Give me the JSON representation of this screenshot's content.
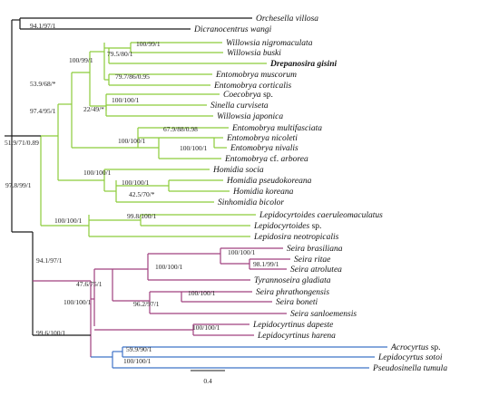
{
  "colors": {
    "black": "#1a1a1a",
    "green": "#8ccc3a",
    "pink": "#a0407f",
    "blue": "#3f73c8"
  },
  "taxa": [
    {
      "name": "Orchesella villosa",
      "color": "black"
    },
    {
      "name": "Dicranocentrus wangi",
      "color": "black"
    },
    {
      "name": "Willowsia nigromaculata",
      "color": "green"
    },
    {
      "name": "Willowsia buski",
      "color": "green"
    },
    {
      "name": "Drepanosira gisini",
      "color": "green",
      "bold": true
    },
    {
      "name": "Entomobrya muscorum",
      "color": "green"
    },
    {
      "name": "Entomobrya corticalis",
      "color": "green"
    },
    {
      "name": "Coecobrya",
      "suffix": "sp.",
      "color": "green"
    },
    {
      "name": "Sinella curviseta",
      "color": "green"
    },
    {
      "name": "Willowsia japonica",
      "color": "green"
    },
    {
      "name": "Entomobrya multifasciata",
      "color": "green"
    },
    {
      "name": "Entomobrya nicoleti",
      "color": "green"
    },
    {
      "name": "Entomobrya nivalis",
      "color": "green"
    },
    {
      "name": "Entomobrya",
      "suffix": "cf.",
      "name2": "arborea",
      "color": "green"
    },
    {
      "name": "Homidia socia",
      "color": "green"
    },
    {
      "name": "Homidia pseudokoreana",
      "color": "green"
    },
    {
      "name": "Homidia koreana",
      "color": "green"
    },
    {
      "name": "Sinhomidia bicolor",
      "color": "green"
    },
    {
      "name": "Lepidocyrtoides caeruleomaculatus",
      "color": "green"
    },
    {
      "name": "Lepidocyrtoides",
      "suffix": "sp.",
      "color": "green"
    },
    {
      "name": "Lepidosira neotropicalis",
      "color": "green"
    },
    {
      "name": "Seira brasiliana",
      "color": "pink"
    },
    {
      "name": "Seira ritae",
      "color": "pink"
    },
    {
      "name": "Seira atrolutea",
      "color": "pink"
    },
    {
      "name": "Tyrannoseira gladiata",
      "color": "pink"
    },
    {
      "name": "Seira phrathongensis",
      "color": "pink"
    },
    {
      "name": "Seira boneti",
      "color": "pink"
    },
    {
      "name": "Seira sanloemensis",
      "color": "pink"
    },
    {
      "name": "Lepidocyrtinus dapeste",
      "color": "pink"
    },
    {
      "name": "Lepidocyrtinus harena",
      "color": "pink"
    },
    {
      "name": "Acrocyrtus",
      "suffix": "sp.",
      "color": "blue"
    },
    {
      "name": "Lepidocyrtus sotoi",
      "color": "blue"
    },
    {
      "name": "Pseudosinella tumula",
      "color": "blue"
    }
  ],
  "supports": [
    "94.1/97/1",
    "100/99/1",
    "79.5/80/1",
    "100/99/1",
    "79.7/86/0.95",
    "53.9/68/*",
    "100/100/1",
    "22/49/*",
    "97.4/95/1",
    "67.9/88/0.98",
    "100/100/1",
    "100/100/1",
    "51.9/71/0.89",
    "100/100/1",
    "100/100/1",
    "42.5/70/*",
    "97.8/99/1",
    "99.8/100/1",
    "100/100/1",
    "94.1/97/1",
    "100/100/1",
    "98.1/99/1",
    "100/100/1",
    "47.6/75/1",
    "100/100/1",
    "96.2/97/1",
    "100/100/1",
    "100/100/1",
    "99.6/100/1",
    "59.9/90/1",
    "100/100/1"
  ],
  "scale_bar": {
    "label": "0.4"
  }
}
